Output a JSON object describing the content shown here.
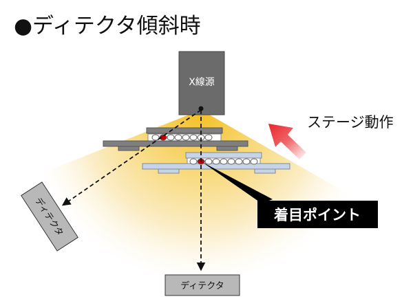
{
  "title": "●ディテクタ傾斜時",
  "xray_source": {
    "label": "X線源"
  },
  "stage_motion": {
    "label": "ステージ動作"
  },
  "focus_point": {
    "label": "着目ポイント"
  },
  "detector_tilted": {
    "label": "ディテクタ"
  },
  "detector_bottom": {
    "label": "ディテクタ"
  },
  "colors": {
    "beam_inner": "#f7c940",
    "beam_outer": "#fdf6e4",
    "source_box": "#6b6b6b",
    "detector_box": "#b8b8b8",
    "stage_dark": "#7f7f7f",
    "stage_light": "#c6d4e6",
    "focus_dot": "#c00000",
    "arrow_motion": "#e8262a",
    "label_box": "#000000"
  }
}
